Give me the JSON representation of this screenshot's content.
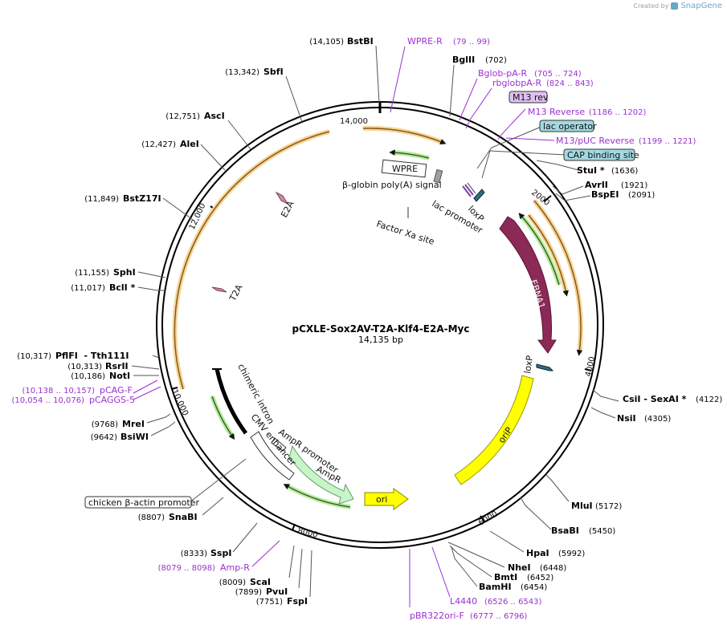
{
  "brand": {
    "created_by": "Created by",
    "app": "SnapGene"
  },
  "plasmid": {
    "name": "pCXLE-Sox2AV-T2A-Klf4-E2A-Myc",
    "size": "14,135 bp"
  },
  "ticks": [
    "2000",
    "4000",
    "6000",
    "8000",
    "10,000",
    "12,000",
    "14,000"
  ],
  "sites": [
    {
      "name": "BstBI",
      "pos": "(14,105)"
    },
    {
      "name": "BglII",
      "pos": "(702)"
    },
    {
      "name": "StuI *",
      "pos": "(1636)"
    },
    {
      "name": "AvrII",
      "pos": "(1921)"
    },
    {
      "name": "BspEI",
      "pos": "(2091)"
    },
    {
      "name": "CsiI  - SexAI *",
      "pos": "(4122)"
    },
    {
      "name": "NsiI",
      "pos": "(4305)"
    },
    {
      "name": "MluI",
      "pos": "(5172)"
    },
    {
      "name": "BsaBI",
      "pos": "(5450)"
    },
    {
      "name": "HpaI",
      "pos": "(5992)"
    },
    {
      "name": "NheI",
      "pos": "(6448)"
    },
    {
      "name": "BmtI",
      "pos": "(6452)"
    },
    {
      "name": "BamHI",
      "pos": "(6454)"
    },
    {
      "name": "FspI",
      "pos": "(7751)"
    },
    {
      "name": "PvuI",
      "pos": "(7899)"
    },
    {
      "name": "ScaI",
      "pos": "(8009)"
    },
    {
      "name": "SspI",
      "pos": "(8333)"
    },
    {
      "name": "SnaBI",
      "pos": "(8807)"
    },
    {
      "name": "BsiWI",
      "pos": "(9642)"
    },
    {
      "name": "MreI",
      "pos": "(9768)"
    },
    {
      "name": "NotI",
      "pos": "(10,186)"
    },
    {
      "name": "RsrII",
      "pos": "(10,313)"
    },
    {
      "name": "PflFI  - Tth111I",
      "pos": "(10,317)"
    },
    {
      "name": "BclI *",
      "pos": "(11,017)"
    },
    {
      "name": "SphI",
      "pos": "(11,155)"
    },
    {
      "name": "BstZ17I",
      "pos": "(11,849)"
    },
    {
      "name": "AleI",
      "pos": "(12,427)"
    },
    {
      "name": "AscI",
      "pos": "(12,751)"
    },
    {
      "name": "SbfI",
      "pos": "(13,342)"
    }
  ],
  "primers": [
    {
      "name": "WPRE-R",
      "pos": "(79 .. 99)"
    },
    {
      "name": "Bglob-pA-R",
      "pos": "(705 .. 724)"
    },
    {
      "name": "rbglobpA-R",
      "pos": "(824 .. 843)"
    },
    {
      "name": "M13 Reverse",
      "pos": "(1186 .. 1202)"
    },
    {
      "name": "M13/pUC Reverse",
      "pos": "(1199 .. 1221)"
    },
    {
      "name": "L4440",
      "pos": "(6526 .. 6543)"
    },
    {
      "name": "pBR322ori-F",
      "pos": "(6777 .. 6796)"
    },
    {
      "name": "Amp-R",
      "pos": "(8079 .. 8098)"
    },
    {
      "name": "pCAG-F",
      "pos": "(10,138 .. 10,157)"
    },
    {
      "name": "pCAGGS-5",
      "pos": "(10,054 .. 10,076)"
    }
  ],
  "boxed": {
    "m13rev": "M13 rev",
    "lac_operator": "lac operator",
    "cap_site": "CAP binding site",
    "chicken_promoter": "chicken β-actin promoter"
  },
  "features": {
    "wpre": "WPRE",
    "bglobin": "β-globin poly(A) signal",
    "lac_promoter": "lac promoter",
    "loxp1": "loxP",
    "factor_xa": "Factor Xa site",
    "e2a": "E2A",
    "t2a": "T2A",
    "ebna1": "EBNA1",
    "loxp2": "loxP",
    "orip": "oriP",
    "ori": "ori",
    "ampr": "AmpR",
    "ampr_promoter": "AmpR promoter",
    "cmv_enhancer": "CMV enhancer",
    "chimeric_intron": "chimeric intron"
  },
  "colors": {
    "backbone": "#000000",
    "orf_orange": "#e8a33d",
    "primer_green": "#3a8f1e",
    "ebna1": "#8b2a56",
    "origin_yellow": "#ffff00",
    "ampr_fill": "#c8f5c8",
    "loxp": "#2e6f7d",
    "primer_text": "#9b30d0",
    "box_blue": "#a4d8e0",
    "box_purple": "#e0c0f0"
  }
}
